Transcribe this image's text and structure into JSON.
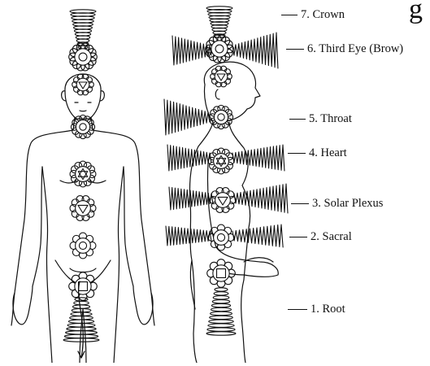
{
  "labels": [
    "7. Crown",
    "6. Third Eye (Brow)",
    "5. Throat",
    "4. Heart",
    "3. Solar Plexus",
    "2. Sacral",
    "1. Root"
  ],
  "partial_heading_glyph": "g",
  "colors": {
    "ink": "#111111",
    "background": "#ffffff"
  }
}
